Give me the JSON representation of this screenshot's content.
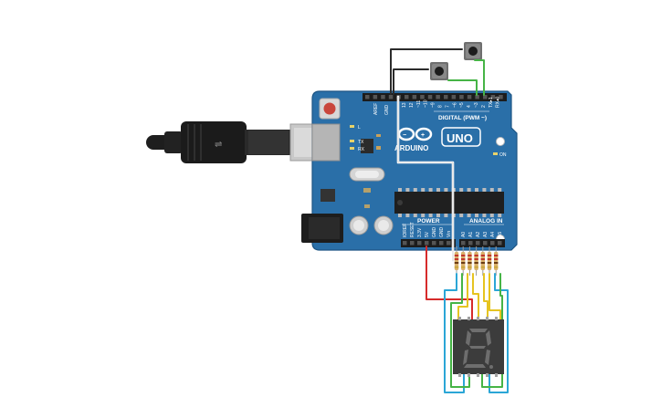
{
  "board": {
    "brand": "ARDUINO",
    "model": "UNO",
    "digital_header_label": "DIGITAL (PWM ~)",
    "power_label": "POWER",
    "analog_label": "ANALOG IN",
    "on_label": "ON",
    "led_l_label": "L",
    "tx_label": "TX",
    "rx_label": "RX",
    "aref_label": "AREF",
    "gnd_label": "GND",
    "digital_pins": [
      "13",
      "12",
      "~11",
      "~10",
      "~9",
      "8",
      "7",
      "~6",
      "~5",
      "4",
      "~3",
      "2",
      "TX▸1",
      "RX◂0"
    ],
    "power_pins": [
      "IOREF",
      "RESET",
      "3.3V",
      "5V",
      "GND",
      "GND",
      "Vin"
    ],
    "analog_pins": [
      "A0",
      "A1",
      "A2",
      "A3",
      "A4",
      "A5"
    ],
    "color": "#2a6fa8"
  },
  "components": {
    "usb_cable": "usb-cable",
    "button_1": "pushbutton",
    "button_2": "pushbutton",
    "display_digit": "8.",
    "resistor_count": 7
  },
  "wire_colors": {
    "black": "#2b2b2b",
    "white": "#ffffff",
    "green": "#46b446",
    "red": "#d62b2b",
    "yellow": "#e6c421",
    "blue": "#2ba6d6"
  }
}
